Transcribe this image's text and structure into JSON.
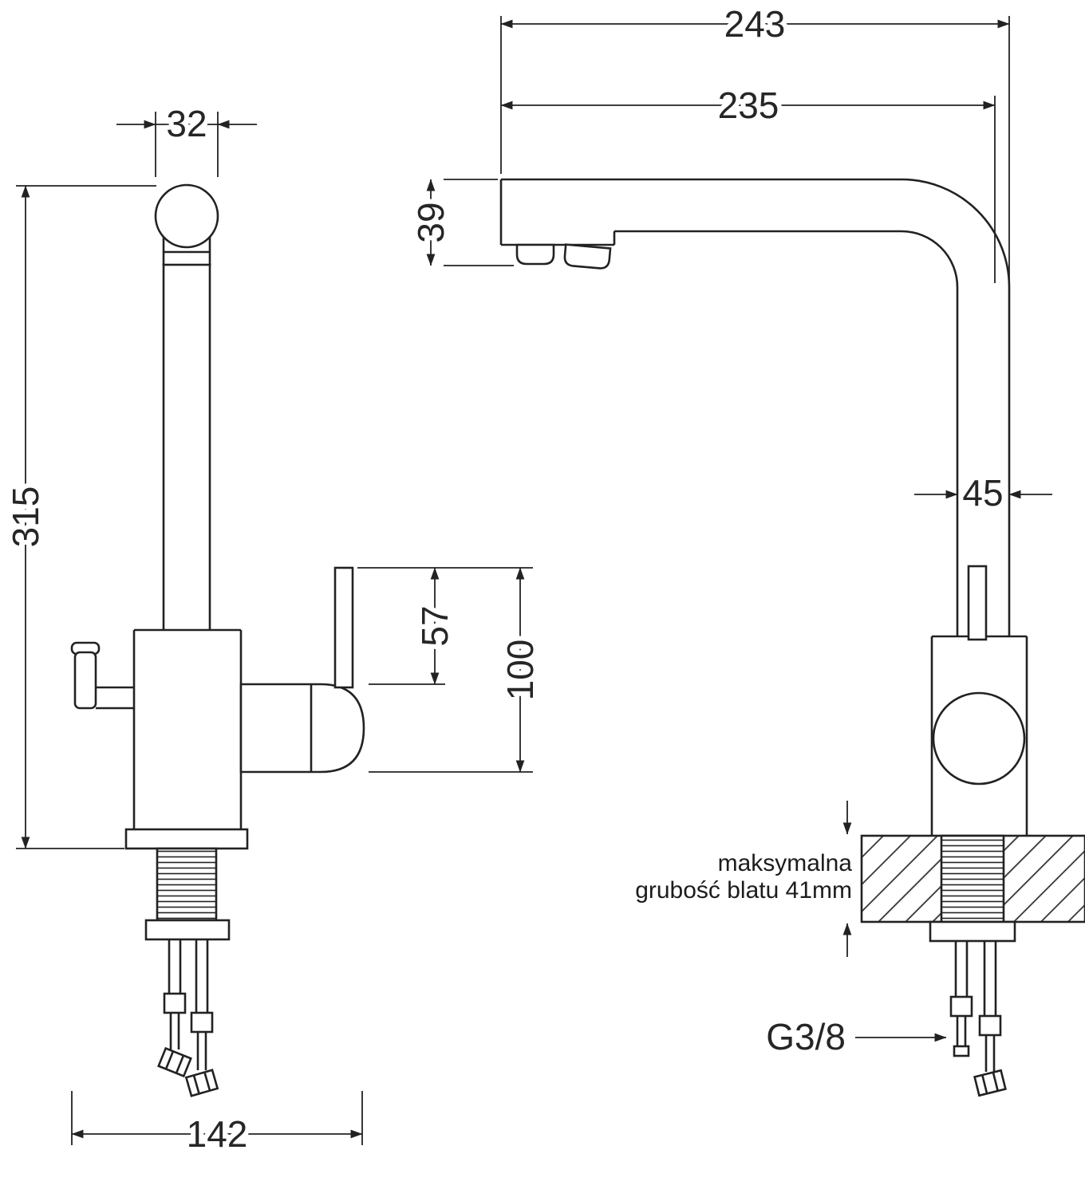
{
  "drawing": {
    "kind": "faucet-technical-dimension-drawing",
    "line_color": "#222222",
    "background": "#ffffff"
  },
  "dims": {
    "front_top_width": "32",
    "front_height": "315",
    "front_lever": "57",
    "front_handle_height": "100",
    "front_base_width": "142"
  },
  "side": {
    "depth_overall": "243",
    "depth_spout": "235",
    "head_height": "39",
    "column_width": "45"
  },
  "labels": {
    "thread": "G3/8",
    "note_line1": "maksymalna",
    "note_line2": "grubość blatu 41mm"
  }
}
